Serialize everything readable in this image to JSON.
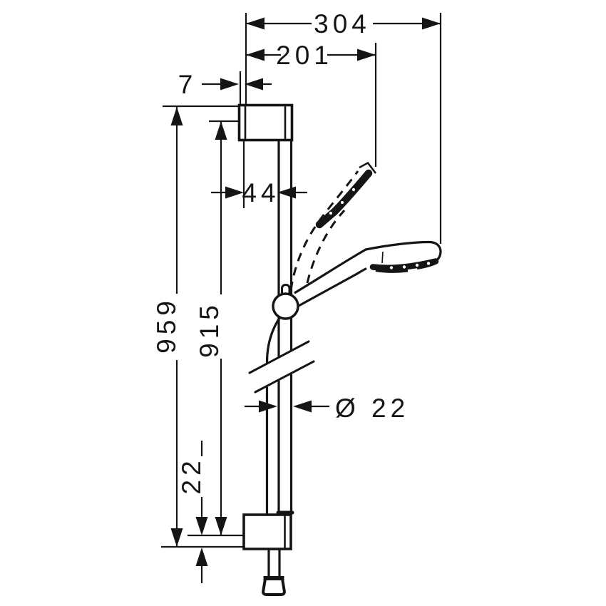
{
  "style": {
    "ink": "#151515",
    "background": "#ffffff"
  },
  "dimensions": {
    "overall_reach": "304",
    "shower_reach": "201",
    "wall_gap": "7",
    "bar_offset": "44",
    "bar_length": "959",
    "hole_spacing": "915",
    "bar_diameter": "Ø 22",
    "bottom_overhang": "22"
  }
}
